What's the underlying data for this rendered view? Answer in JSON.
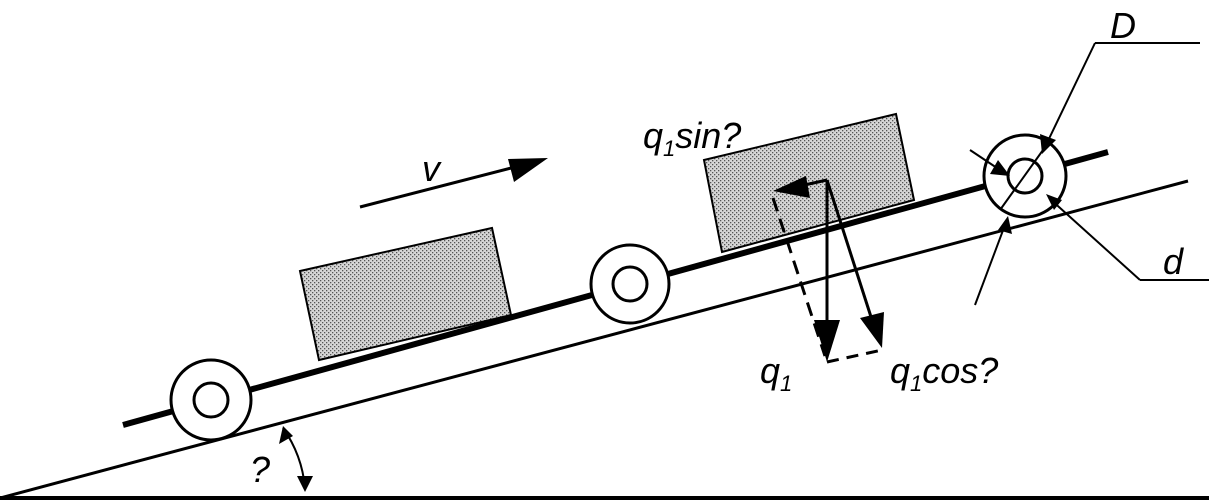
{
  "labels": {
    "velocity": "v",
    "q1_sin_main": "q",
    "q1_sin_sub": "1",
    "q1_sin_rest": "sin?",
    "q1_main": "q",
    "q1_sub": "1",
    "q1_cos_main": "q",
    "q1_cos_sub": "1",
    "q1_cos_rest": "cos?",
    "outer_diameter": "D",
    "inner_diameter": "d",
    "angle": "?"
  },
  "colors": {
    "line": "#000000",
    "load_fill": "#c8c8c8",
    "background": "#ffffff"
  }
}
